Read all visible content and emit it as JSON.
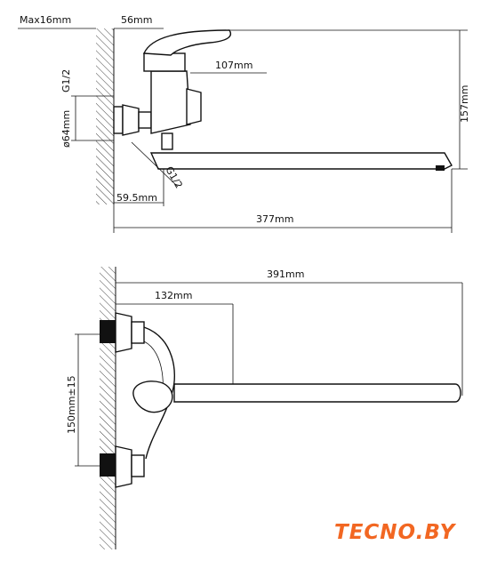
{
  "dimensions": {
    "max_depth": "Max16mm",
    "handle_offset": "56mm",
    "body_length": "107mm",
    "thread_top": "G1/2",
    "diameter": "ø64mm",
    "thread_bottom": "G1/2",
    "wall_offset": "59.5mm",
    "height": "157mm",
    "spout_length": "377mm",
    "total_length": "391mm",
    "handle_reach": "132mm",
    "center_distance": "150mm±15"
  },
  "brand": {
    "text": "TECNO.BY",
    "color": "#f26722"
  }
}
